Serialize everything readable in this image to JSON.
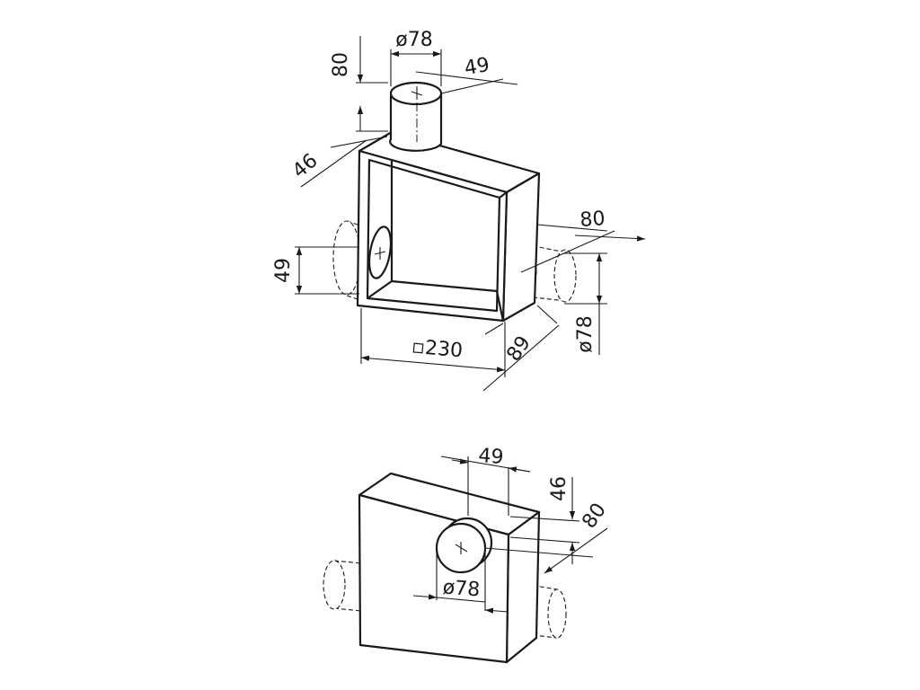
{
  "drawing": {
    "top_view": {
      "dims": {
        "pipe_dia": "ø78",
        "pipe_offset": "49",
        "pipe_height": "80",
        "pipe_depth": "46",
        "right_length": "80",
        "left_offset": "49",
        "width": "▫230",
        "depth": "89",
        "right_dia": "ø78"
      }
    },
    "bottom_view": {
      "dims": {
        "offset": "49",
        "depth": "46",
        "length": "80",
        "dia": "ø78"
      }
    }
  }
}
